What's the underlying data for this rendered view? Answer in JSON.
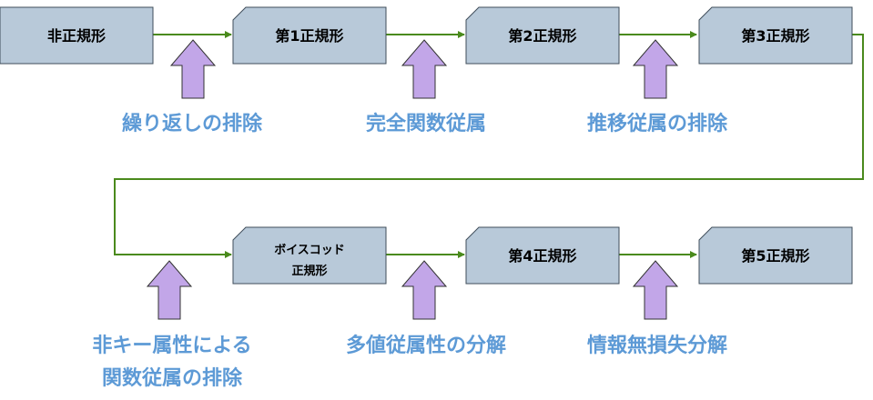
{
  "colors": {
    "box_fill": "#b8c9d9",
    "box_stroke": "#3f4d5a",
    "connector": "#4a8a1c",
    "arrow_fill": "#c2a6e8",
    "arrow_stroke": "#333333",
    "step_text": "#5d9ad6"
  },
  "stages": [
    {
      "id": "unnormalized",
      "label": "非正規形"
    },
    {
      "id": "1nf",
      "label": "第1正規形"
    },
    {
      "id": "2nf",
      "label": "第2正規形"
    },
    {
      "id": "3nf",
      "label": "第3正規形"
    },
    {
      "id": "bcnf",
      "label_lines": [
        "ボイスコッド",
        "正規形"
      ]
    },
    {
      "id": "4nf",
      "label": "第4正規形"
    },
    {
      "id": "5nf",
      "label": "第5正規形"
    }
  ],
  "steps": [
    {
      "id": "repeat",
      "lines": [
        "繰り返しの排除"
      ]
    },
    {
      "id": "full-fd",
      "lines": [
        "完全関数従属"
      ]
    },
    {
      "id": "transitive",
      "lines": [
        "推移従属の排除"
      ]
    },
    {
      "id": "non-key",
      "lines": [
        "非キー属性による",
        "関数従属の排除"
      ]
    },
    {
      "id": "mvd",
      "lines": [
        "多値従属性の分解"
      ]
    },
    {
      "id": "lossless",
      "lines": [
        "情報無損失分解"
      ]
    }
  ]
}
